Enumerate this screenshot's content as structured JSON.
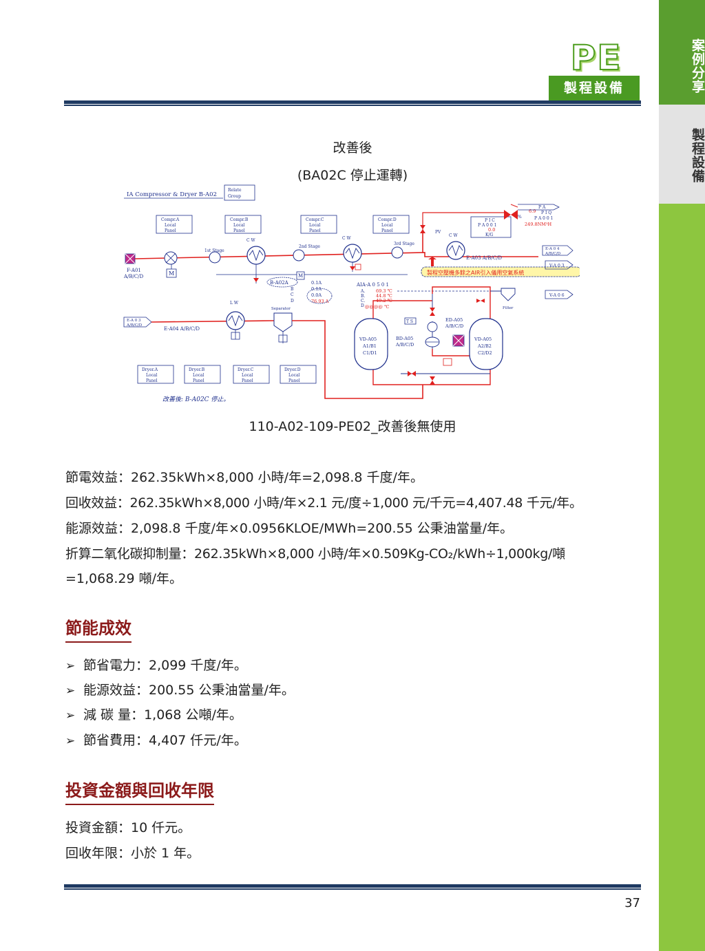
{
  "sidebar": {
    "section_label": "案例分享",
    "sub_label": "製程設備"
  },
  "header": {
    "logo_text": "PE",
    "category_tab": "製程設備"
  },
  "figure": {
    "title": "改善後",
    "subtitle": "(BA02C 停止運轉)",
    "caption": "110-A02-109-PE02_改善後無使用",
    "diagram": {
      "title": "IA Compressor & Dryer B-A02",
      "relate_group": [
        "Relate",
        "Group"
      ],
      "compr_panels": [
        [
          "Compr.A",
          "Local",
          "Panel"
        ],
        [
          "Compr.B",
          "Local",
          "Panel"
        ],
        [
          "Compr.C",
          "Local",
          "Panel"
        ],
        [
          "Compr.D",
          "Local",
          "Panel"
        ]
      ],
      "dryer_panels": [
        [
          "Dryer.A",
          "Local",
          "Panel"
        ],
        [
          "Dryer.B",
          "Local",
          "Panel"
        ],
        [
          "Dryer.C",
          "Local",
          "Panel"
        ],
        [
          "Dryer.D",
          "Local",
          "Panel"
        ]
      ],
      "inlet_tag": "F-A01",
      "inlet_sub": "A/B/C/D",
      "motor": "M",
      "stage_1": "1st Stage",
      "stage_2": "2nd Stage",
      "stage_3": "3rd Stage",
      "cw": "C W",
      "lw": "L W",
      "pv": "PV",
      "b_a02a": "B-A02A",
      "b_a02_items": [
        "B",
        "C",
        "D"
      ],
      "b_a02_values": [
        "0.1A",
        "0.1A",
        "0.0A",
        "76.93 A"
      ],
      "aia_label": "AIA-A 0 5  0 1",
      "aia_items": [
        "A.",
        "B.",
        "C.",
        "D"
      ],
      "aia_values": [
        "69.3 ℃",
        "44.8 ℃",
        "49.2 ℃",
        "@@@@ ℃"
      ],
      "pic_tag": [
        "P I C",
        "P A 0 0 1",
        "0.0",
        "K/G"
      ],
      "piq_tag": [
        "P I Q",
        "P A 0 0 1"
      ],
      "piq_reading": "6.9",
      "piq_pct": "%",
      "piq_flow": "249.8NM³H",
      "pa_tag": "P A",
      "e_a04_top": [
        "E-A 0 4",
        "A/B/C/D"
      ],
      "v_a03": "V-A 0 3",
      "v_a06": "V-A 0 6",
      "e_a03": "E-A03 A/B/C/D",
      "highlight_note": "製程空壓機多餘之AIR引入儀用空氣系統",
      "e_a03_in": [
        "E-A 0 3",
        "A/B/C/D"
      ],
      "e_a04": "E-A04 A/B/C/D",
      "separator": "Separator",
      "filter": "Filter",
      "ts": "T S",
      "ed_a05": [
        "ED-A05",
        "A/B/C/D"
      ],
      "bd_a05": [
        "BD-A05",
        "A/B/C/D"
      ],
      "vd_a05_left": [
        "VD-A05",
        "A1/B1",
        "C1/D1"
      ],
      "vd_a05_right": [
        "VD-A05",
        "A2/B2",
        "C2/D2"
      ],
      "handwritten_note": "改善後: B-A02C 停止。"
    }
  },
  "calculations": [
    "節電效益：262.35kWh×8,000 小時/年=2,098.8 千度/年。",
    "回收效益：262.35kWh×8,000 小時/年×2.1 元/度÷1,000 元/千元=4,407.48 千元/年。",
    "能源效益：2,098.8 千度/年×0.0956KLOE/MWh=200.55 公秉油當量/年。",
    "折算二氧化碳抑制量：262.35kWh×8,000  小時/年×0.509Kg-CO₂/kWh÷1,000kg/噸",
    "=1,068.29 噸/年。"
  ],
  "section_savings": {
    "heading": "節能成效",
    "bullet_glyph": "➢",
    "items": [
      "節省電力：2,099 千度/年。",
      "能源效益：200.55  公秉油當量/年。",
      "減  碳  量：1,068 公噸/年。",
      "節省費用：4,407 仟元/年。"
    ]
  },
  "section_investment": {
    "heading": "投資金額與回收年限",
    "lines": [
      "投資金額：10  仟元。",
      "回收年限：小於 1 年。"
    ]
  },
  "footer": {
    "page_number": "37"
  },
  "colors": {
    "sidebar_green": "#8dc63f",
    "dark_green": "#4a9a22",
    "rule_navy": "#1f3a62",
    "heading_red": "#8b1a1a",
    "diagram_blue": "#1e2f8c",
    "diagram_red": "#e0201e"
  }
}
